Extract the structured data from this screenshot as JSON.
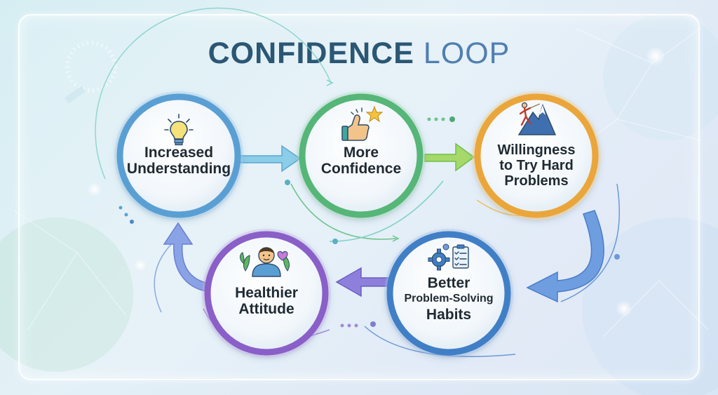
{
  "title": {
    "part1": "CONFIDENCE",
    "part2": "LOOP"
  },
  "nodes": [
    {
      "id": "increased-understanding",
      "line1": "Increased",
      "line2": "Understanding",
      "icon": "lightbulb-icon",
      "color": "#5a9fd4"
    },
    {
      "id": "more-confidence",
      "line1": "More",
      "line2": "Confidence",
      "icon": "thumbs-up-star-icon",
      "color": "#55b677"
    },
    {
      "id": "willingness",
      "line1": "Willingness",
      "line2": "to Try Hard",
      "line3": "Problems",
      "icon": "mountain-climber-icon",
      "color": "#eaa63a"
    },
    {
      "id": "better-habits",
      "line1": "Better",
      "line2": "Problem-Solving",
      "line3": "Habits",
      "icon": "gear-checklist-icon",
      "color": "#3f7fc6"
    },
    {
      "id": "healthier-attitude",
      "line1": "Healthier",
      "line2": "Attitude",
      "icon": "person-heart-icon",
      "color": "#8a5fc8"
    }
  ],
  "colors": {
    "blue": "#5a9fd4",
    "green": "#55b677",
    "orange": "#eaa63a",
    "navy": "#3f7fc6",
    "purple": "#8a5fc8"
  }
}
